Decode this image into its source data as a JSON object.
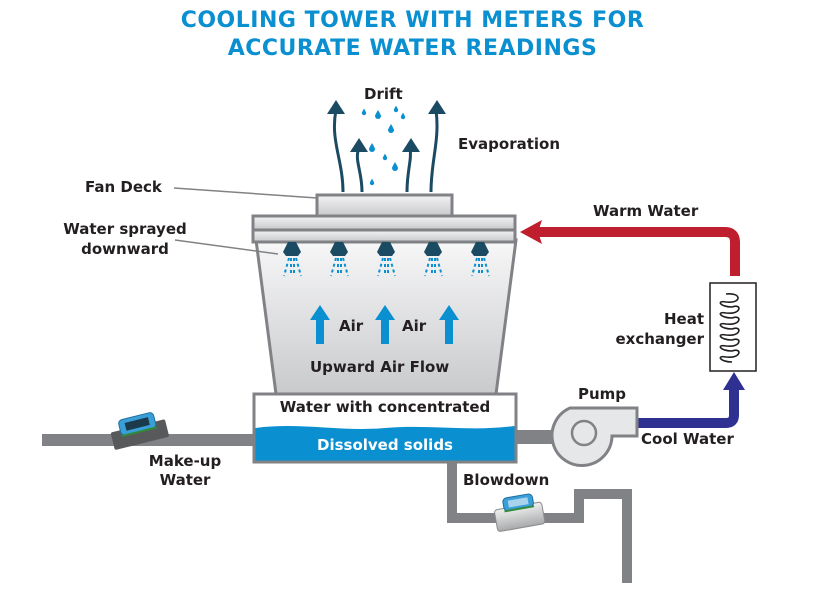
{
  "title": {
    "line1": "COOLING TOWER WITH METERS FOR",
    "line2": "ACCURATE WATER READINGS"
  },
  "labels": {
    "drift": "Drift",
    "evaporation": "Evaporation",
    "fan_deck": "Fan Deck",
    "water_sprayed_line1": "Water sprayed",
    "water_sprayed_line2": "downward",
    "air_1": "Air",
    "air_2": "Air",
    "upward_air_flow": "Upward Air Flow",
    "basin_line1": "Water with concentrated",
    "basin_line2": "Dissolved solids",
    "warm_water": "Warm Water",
    "heat_exchanger_line1": "Heat",
    "heat_exchanger_line2": "exchanger",
    "pump": "Pump",
    "cool_water": "Cool Water",
    "makeup_line1": "Make-up",
    "makeup_line2": "Water",
    "blowdown": "Blowdown"
  },
  "colors": {
    "title": "#0a8fd0",
    "warm_water": "#be1e2d",
    "cool_water": "#2e3192",
    "water_blue": "#0a8fd0",
    "pipe_gray": "#808285",
    "nozzle": "#1b4a63",
    "evap_arrow": "#1b4a63",
    "meter_accent": "#3a9fd8"
  },
  "icons": {
    "spray_nozzles": 5,
    "air_arrows": 3,
    "flow_meters": [
      "makeup-meter",
      "blowdown-meter"
    ]
  }
}
